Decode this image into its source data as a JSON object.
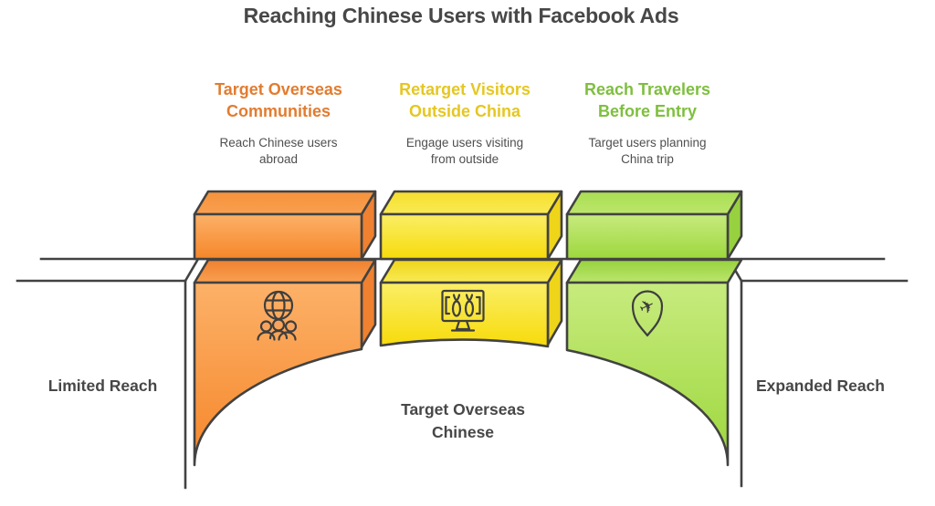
{
  "title": "Reaching Chinese Users with Facebook Ads",
  "columns": [
    {
      "heading": "Target Overseas\nCommunities",
      "subtitle": "Reach Chinese users\nabroad",
      "heading_color": "#E27C30",
      "icon": "globe-users-icon"
    },
    {
      "heading": "Retarget Visitors\nOutside China",
      "subtitle": "Engage users visiting\nfrom outside",
      "heading_color": "#E5C722",
      "icon": "monitor-fish-icon"
    },
    {
      "heading": "Reach Travelers\nBefore Entry",
      "subtitle": "Target users planning\nChina trip",
      "heading_color": "#7EBF3E",
      "icon": "pin-plane-icon"
    }
  ],
  "labels": {
    "left": "Limited Reach",
    "right": "Expanded Reach",
    "center": "Target Overseas\nChinese"
  },
  "icons": {
    "plane_glyph": "✈"
  },
  "colors": {
    "text_dark": "#474747",
    "text_body": "#4F4F4F",
    "outline": "#424242",
    "orange_front_light": "#FCB168",
    "orange_front_dark": "#F6862A",
    "orange_top_light": "#F9A050",
    "orange_top_dark": "#F5923B",
    "orange_side": "#EF8130",
    "orange_mid": "#F9A45C",
    "yellow_front_light": "#FAEE66",
    "yellow_front_dark": "#F7DB0A",
    "yellow_top_light": "#F9EA55",
    "yellow_top_dark": "#F5DF2B",
    "yellow_side": "#EFD51A",
    "green_front_light": "#C7EB7E",
    "green_front_dark": "#9DD73D",
    "green_top_light": "#BCE66C",
    "green_top_dark": "#A9DE52",
    "green_side": "#97D13F"
  }
}
